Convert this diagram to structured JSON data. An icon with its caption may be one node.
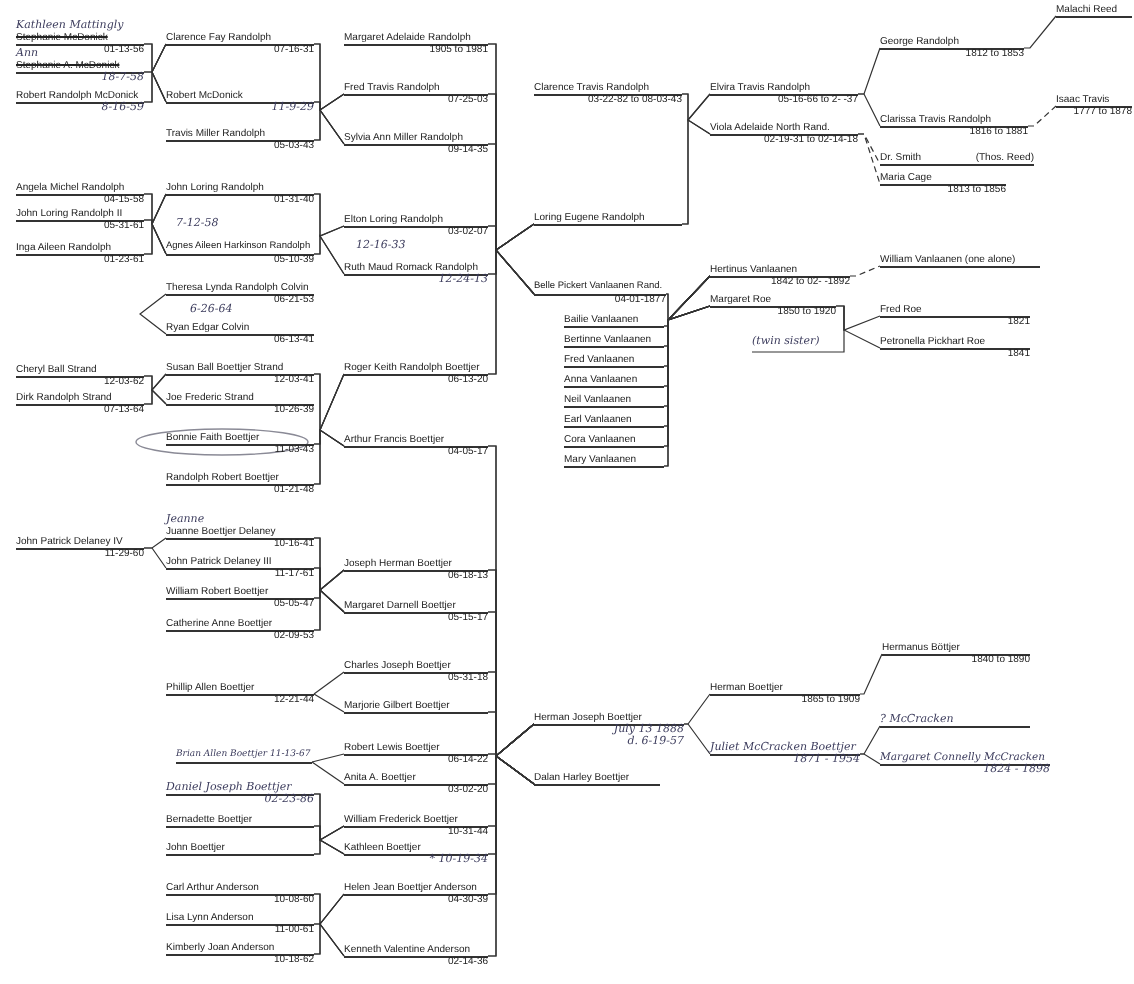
{
  "diagram": {
    "nodes": [
      {
        "text": [
          "Kathleen Mattingly",
          "Stephanie McDonick",
          "01-13-56"
        ]
      },
      {
        "text": [
          "Ann",
          "Stephanie A. McDonick",
          "18-7-58"
        ]
      },
      {
        "text": [
          "Robert Randolph McDonick",
          "8-16-59"
        ]
      },
      {
        "text": [
          "Clarence Fay Randolph",
          "07-16-31"
        ]
      },
      {
        "text": [
          "Robert McDonick",
          "11-9-29"
        ]
      },
      {
        "text": [
          "Travis Miller Randolph",
          "05-03-43"
        ]
      },
      {
        "text": [
          "Margaret Adelaide Randolph",
          "1905 to 1981"
        ]
      },
      {
        "text": [
          "Fred Travis Randolph",
          "07-25-03"
        ]
      },
      {
        "text": [
          "Sylvia Ann Miller Randolph",
          "09-14-35"
        ]
      },
      {
        "text": [
          "Clarence Travis Randolph",
          "03-22-82 to 08-03-43"
        ]
      },
      {
        "text": [
          "Elvira Travis Randolph",
          "05-16-66 to 2- -37"
        ]
      },
      {
        "text": [
          "George Randolph",
          "1812 to 1853"
        ]
      },
      {
        "text": [
          "Malachi Reed"
        ]
      },
      {
        "text": [
          "Clarissa Travis Randolph",
          "1816 to 1881"
        ]
      },
      {
        "text": [
          "Isaac Travis",
          "1777 to 1878"
        ]
      },
      {
        "text": [
          "Viola Adelaide North Rand.",
          "02-19-31 to 02-14-18"
        ]
      },
      {
        "text": [
          "Dr. Smith",
          "(Thos. Reed)"
        ]
      },
      {
        "text": [
          "Maria Cage",
          "1813 to 1856"
        ]
      },
      {
        "text": [
          "Angela Michel Randolph",
          "04-15-58"
        ]
      },
      {
        "text": [
          "John Loring Randolph II",
          "05-31-61"
        ]
      },
      {
        "text": [
          "Inga Aileen Randolph",
          "01-23-61"
        ]
      },
      {
        "text": [
          "John Loring Randolph",
          "01-31-40"
        ],
        "beside": [
          "7-12-58"
        ]
      },
      {
        "text": [
          "Agnes Aileen Harkinson Randolph",
          "05-10-39"
        ]
      },
      {
        "text": [
          "Elton Loring Randolph",
          "03-02-07"
        ],
        "beside": [
          "12-16-33"
        ]
      },
      {
        "text": [
          "Ruth Maud Romack Randolph",
          "12-24-13"
        ]
      },
      {
        "text": [
          "Loring Eugene Randolph"
        ]
      },
      {
        "text": [
          "Theresa Lynda Randolph Colvin",
          "06-21-53"
        ],
        "beside": [
          "6-26-64"
        ]
      },
      {
        "text": [
          "Ryan Edgar Colvin",
          "06-13-41"
        ]
      },
      {
        "text": [
          "Belle Pickert Vanlaanen Rand.",
          "04-01-1877"
        ]
      },
      {
        "text": [
          "Bailie Vanlaanen"
        ]
      },
      {
        "text": [
          "Bertinne Vanlaanen"
        ]
      },
      {
        "text": [
          "Fred Vanlaanen"
        ]
      },
      {
        "text": [
          "Anna Vanlaanen"
        ]
      },
      {
        "text": [
          "Neil Vanlaanen"
        ]
      },
      {
        "text": [
          "Earl Vanlaanen"
        ]
      },
      {
        "text": [
          "Cora Vanlaanen"
        ]
      },
      {
        "text": [
          "Mary Vanlaanen"
        ]
      },
      {
        "text": [
          "Hertinus Vanlaanen",
          "1842 to 02- -1892"
        ]
      },
      {
        "text": [
          "Margaret Roe",
          "1850 to 1920"
        ],
        "beside": [
          "(twin sister)"
        ]
      },
      {
        "text": [
          "William Vanlaanen (one alone)"
        ]
      },
      {
        "text": [
          "Fred Roe",
          "1821"
        ]
      },
      {
        "text": [
          "Petronella Pickhart Roe",
          "1841"
        ]
      },
      {
        "text": [
          "Cheryl Ball Strand",
          "12-03-62"
        ]
      },
      {
        "text": [
          "Dirk Randolph Strand",
          "07-13-64"
        ]
      },
      {
        "text": [
          "Susan Ball Boettjer Strand",
          "12-03-41"
        ]
      },
      {
        "text": [
          "Joe Frederic Strand",
          "10-26-39"
        ]
      },
      {
        "text": [
          "Bonnie Faith Boettjer",
          "11-03-43"
        ]
      },
      {
        "text": [
          "Randolph Robert Boettjer",
          "01-21-48"
        ]
      },
      {
        "text": [
          "Roger Keith Randolph Boettjer",
          "06-13-20"
        ]
      },
      {
        "text": [
          "Arthur Francis Boettjer",
          "04-05-17"
        ]
      },
      {
        "text": [
          "John Patrick Delaney IV",
          "11-29-60"
        ]
      },
      {
        "text": [
          "Jeanne",
          "Juanne Boettjer Delaney",
          "10-16-41"
        ]
      },
      {
        "text": [
          "John Patrick Delaney III",
          "11-17-61"
        ]
      },
      {
        "text": [
          "William Robert Boettjer",
          "05-05-47"
        ]
      },
      {
        "text": [
          "Catherine Anne Boettjer",
          "02-09-53"
        ]
      },
      {
        "text": [
          "Joseph Herman Boettjer",
          "06-18-13"
        ]
      },
      {
        "text": [
          "Margaret Darnell Boettjer",
          "05-15-17"
        ]
      },
      {
        "text": [
          "Phillip Allen Boettjer",
          "12-21-44"
        ]
      },
      {
        "text": [
          "Charles Joseph Boettjer",
          "05-31-18"
        ]
      },
      {
        "text": [
          "Marjorie Gilbert Boettjer"
        ]
      },
      {
        "text": [
          "Brian Allen Boettjer 11-13-67"
        ]
      },
      {
        "text": [
          "Robert Lewis Boettjer",
          "06-14-22"
        ]
      },
      {
        "text": [
          "Anita A. Boettjer",
          "03-02-20"
        ]
      },
      {
        "text": [
          "Daniel Joseph Boettjer",
          "02-23-86"
        ]
      },
      {
        "text": [
          "Bernadette Boettjer"
        ]
      },
      {
        "text": [
          "John Boettjer"
        ]
      },
      {
        "text": [
          "William Frederick Boettjer",
          "10-31-44"
        ]
      },
      {
        "text": [
          "Kathleen Boettjer",
          "* 10-19-34"
        ]
      },
      {
        "text": [
          "Carl Arthur Anderson",
          "10-08-60"
        ]
      },
      {
        "text": [
          "Lisa Lynn Anderson",
          "11-00-61"
        ]
      },
      {
        "text": [
          "Kimberly Joan Anderson",
          "10-18-62"
        ]
      },
      {
        "text": [
          "Helen Jean Boettjer Anderson",
          "04-30-39"
        ]
      },
      {
        "text": [
          "Kenneth Valentine Anderson",
          "02-14-36"
        ]
      },
      {
        "text": [
          "Herman Joseph Boettjer",
          "July 13 1888",
          "d. 6-19-57"
        ]
      },
      {
        "text": [
          "Dalan Harley Boettjer"
        ]
      },
      {
        "text": [
          "Herman Boettjer",
          "1865 to 1909"
        ]
      },
      {
        "text": [
          "Juliet McCracken Boettjer",
          "1871 - 1954"
        ]
      },
      {
        "text": [
          "Hermanus Böttjer",
          "1840 to 1890"
        ]
      },
      {
        "text": [
          "? McCracken"
        ]
      },
      {
        "text": [
          "Margaret Connelly McCracken",
          "1824 - 1898"
        ]
      }
    ],
    "edges": [
      {
        "from": 0,
        "to": 3,
        "arrow": "none"
      },
      {
        "from": 0,
        "to": 4,
        "arrow": "none"
      },
      {
        "from": 1,
        "to": 3,
        "arrow": "none"
      },
      {
        "from": 1,
        "to": 4,
        "arrow": "none"
      },
      {
        "from": 2,
        "to": 3,
        "arrow": "none"
      },
      {
        "from": 2,
        "to": 4,
        "arrow": "none"
      },
      {
        "from": 18,
        "to": 21,
        "arrow": "none"
      },
      {
        "from": 18,
        "to": 22,
        "arrow": "none"
      },
      {
        "from": 19,
        "to": 21,
        "arrow": "none"
      },
      {
        "from": 19,
        "to": 22,
        "arrow": "none"
      },
      {
        "from": 20,
        "to": 21,
        "arrow": "none"
      },
      {
        "from": 20,
        "to": 22,
        "arrow": "none"
      },
      {
        "from": 42,
        "to": 44,
        "arrow": "none"
      },
      {
        "from": 42,
        "to": 45,
        "arrow": "none"
      },
      {
        "from": 43,
        "to": 44,
        "arrow": "none"
      },
      {
        "from": 43,
        "to": 45,
        "arrow": "none"
      },
      {
        "from": 50,
        "to": 51,
        "arrow": "none"
      },
      {
        "from": 50,
        "to": 52,
        "arrow": "none"
      },
      {
        "from": 3,
        "to": 7,
        "arrow": "none"
      },
      {
        "from": 3,
        "to": 8,
        "arrow": "none"
      },
      {
        "from": 4,
        "to": 7,
        "arrow": "none"
      },
      {
        "from": 4,
        "to": 8,
        "arrow": "none"
      },
      {
        "from": 5,
        "to": 7,
        "arrow": "none"
      },
      {
        "from": 5,
        "to": 8,
        "arrow": "none"
      },
      {
        "from": 21,
        "to": 23,
        "arrow": "none"
      },
      {
        "from": 21,
        "to": 24,
        "arrow": "none"
      },
      {
        "from": 22,
        "to": 23,
        "arrow": "none"
      },
      {
        "from": 22,
        "to": 24,
        "arrow": "none"
      },
      {
        "from": 26,
        "to": 27,
        "arrow": "none"
      },
      {
        "from": 44,
        "to": 48,
        "arrow": "none"
      },
      {
        "from": 44,
        "to": 49,
        "arrow": "none"
      },
      {
        "from": 46,
        "to": 48,
        "arrow": "none"
      },
      {
        "from": 46,
        "to": 49,
        "arrow": "none"
      },
      {
        "from": 47,
        "to": 48,
        "arrow": "none"
      },
      {
        "from": 47,
        "to": 49,
        "arrow": "none"
      },
      {
        "from": 51,
        "to": 55,
        "arrow": "none"
      },
      {
        "from": 51,
        "to": 56,
        "arrow": "none"
      },
      {
        "from": 52,
        "to": 55,
        "arrow": "none"
      },
      {
        "from": 52,
        "to": 56,
        "arrow": "none"
      },
      {
        "from": 53,
        "to": 55,
        "arrow": "none"
      },
      {
        "from": 53,
        "to": 56,
        "arrow": "none"
      },
      {
        "from": 54,
        "to": 55,
        "arrow": "none"
      },
      {
        "from": 54,
        "to": 56,
        "arrow": "none"
      },
      {
        "from": 57,
        "to": 58,
        "arrow": "none"
      },
      {
        "from": 57,
        "to": 59,
        "arrow": "none"
      },
      {
        "from": 60,
        "to": 61,
        "arrow": "none"
      },
      {
        "from": 60,
        "to": 62,
        "arrow": "none"
      },
      {
        "from": 63,
        "to": 66,
        "arrow": "none"
      },
      {
        "from": 63,
        "to": 67,
        "arrow": "none"
      },
      {
        "from": 64,
        "to": 66,
        "arrow": "none"
      },
      {
        "from": 64,
        "to": 67,
        "arrow": "none"
      },
      {
        "from": 65,
        "to": 66,
        "arrow": "none"
      },
      {
        "from": 65,
        "to": 67,
        "arrow": "none"
      },
      {
        "from": 68,
        "to": 71,
        "arrow": "none"
      },
      {
        "from": 68,
        "to": 72,
        "arrow": "none"
      },
      {
        "from": 69,
        "to": 71,
        "arrow": "none"
      },
      {
        "from": 69,
        "to": 72,
        "arrow": "none"
      },
      {
        "from": 70,
        "to": 71,
        "arrow": "none"
      },
      {
        "from": 70,
        "to": 72,
        "arrow": "none"
      },
      {
        "from": 6,
        "to": 25,
        "arrow": "none"
      },
      {
        "from": 6,
        "to": 28,
        "arrow": "none"
      },
      {
        "from": 7,
        "to": 25,
        "arrow": "none"
      },
      {
        "from": 7,
        "to": 28,
        "arrow": "none"
      },
      {
        "from": 8,
        "to": 25,
        "arrow": "none"
      },
      {
        "from": 8,
        "to": 28,
        "arrow": "none"
      },
      {
        "from": 23,
        "to": 25,
        "arrow": "none"
      },
      {
        "from": 23,
        "to": 28,
        "arrow": "none"
      },
      {
        "from": 24,
        "to": 25,
        "arrow": "none"
      },
      {
        "from": 24,
        "to": 28,
        "arrow": "none"
      },
      {
        "from": 48,
        "to": 25,
        "arrow": "none"
      },
      {
        "from": 48,
        "to": 28,
        "arrow": "none"
      },
      {
        "from": 49,
        "to": 73,
        "arrow": "none"
      },
      {
        "from": 49,
        "to": 74,
        "arrow": "none"
      },
      {
        "from": 55,
        "to": 73,
        "arrow": "none"
      },
      {
        "from": 55,
        "to": 74,
        "arrow": "none"
      },
      {
        "from": 56,
        "to": 73,
        "arrow": "none"
      },
      {
        "from": 56,
        "to": 74,
        "arrow": "none"
      },
      {
        "from": 58,
        "to": 73,
        "arrow": "none"
      },
      {
        "from": 58,
        "to": 74,
        "arrow": "none"
      },
      {
        "from": 59,
        "to": 73,
        "arrow": "none"
      },
      {
        "from": 59,
        "to": 74,
        "arrow": "none"
      },
      {
        "from": 61,
        "to": 73,
        "arrow": "none"
      },
      {
        "from": 61,
        "to": 74,
        "arrow": "none"
      },
      {
        "from": 62,
        "to": 73,
        "arrow": "none"
      },
      {
        "from": 62,
        "to": 74,
        "arrow": "none"
      },
      {
        "from": 66,
        "to": 73,
        "arrow": "none"
      },
      {
        "from": 66,
        "to": 74,
        "arrow": "none"
      },
      {
        "from": 67,
        "to": 73,
        "arrow": "none"
      },
      {
        "from": 67,
        "to": 74,
        "arrow": "none"
      },
      {
        "from": 71,
        "to": 73,
        "arrow": "none"
      },
      {
        "from": 71,
        "to": 74,
        "arrow": "none"
      },
      {
        "from": 72,
        "to": 73,
        "arrow": "none"
      },
      {
        "from": 72,
        "to": 74,
        "arrow": "none"
      },
      {
        "from": 9,
        "to": 10,
        "arrow": "none"
      },
      {
        "from": 9,
        "to": 15,
        "arrow": "none"
      },
      {
        "from": 25,
        "to": 10,
        "arrow": "none"
      },
      {
        "from": 25,
        "to": 15,
        "arrow": "none"
      },
      {
        "from": 28,
        "to": 37,
        "arrow": "none"
      },
      {
        "from": 28,
        "to": 38,
        "arrow": "none"
      },
      {
        "from": 29,
        "to": 37,
        "arrow": "none"
      },
      {
        "from": 29,
        "to": 38,
        "arrow": "none"
      },
      {
        "from": 30,
        "to": 37,
        "arrow": "none"
      },
      {
        "from": 30,
        "to": 38,
        "arrow": "none"
      },
      {
        "from": 31,
        "to": 37,
        "arrow": "none"
      },
      {
        "from": 31,
        "to": 38,
        "arrow": "none"
      },
      {
        "from": 32,
        "to": 37,
        "arrow": "none"
      },
      {
        "from": 32,
        "to": 38,
        "arrow": "none"
      },
      {
        "from": 33,
        "to": 37,
        "arrow": "none"
      },
      {
        "from": 33,
        "to": 38,
        "arrow": "none"
      },
      {
        "from": 34,
        "to": 37,
        "arrow": "none"
      },
      {
        "from": 34,
        "to": 38,
        "arrow": "none"
      },
      {
        "from": 35,
        "to": 37,
        "arrow": "none"
      },
      {
        "from": 35,
        "to": 38,
        "arrow": "none"
      },
      {
        "from": 36,
        "to": 37,
        "arrow": "none"
      },
      {
        "from": 36,
        "to": 38,
        "arrow": "none"
      },
      {
        "from": 73,
        "to": 75,
        "arrow": "none"
      },
      {
        "from": 73,
        "to": 76,
        "arrow": "none"
      },
      {
        "from": 10,
        "to": 11,
        "arrow": "none"
      },
      {
        "from": 10,
        "to": 13,
        "arrow": "none"
      },
      {
        "from": 15,
        "to": 16,
        "arrow": "none",
        "style": "dashed"
      },
      {
        "from": 15,
        "to": 17,
        "arrow": "none",
        "style": "dashed"
      },
      {
        "from": 11,
        "to": 12,
        "arrow": "none"
      },
      {
        "from": 13,
        "to": 14,
        "arrow": "none",
        "style": "dashed"
      },
      {
        "from": 37,
        "to": 39,
        "arrow": "none",
        "style": "dashed"
      },
      {
        "from": 38,
        "to": 40,
        "arrow": "none"
      },
      {
        "from": 38,
        "to": 41,
        "arrow": "none"
      },
      {
        "from": 75,
        "to": 77,
        "arrow": "none"
      },
      {
        "from": 76,
        "to": 78,
        "arrow": "none"
      },
      {
        "from": 76,
        "to": 79,
        "arrow": "none"
      }
    ]
  }
}
